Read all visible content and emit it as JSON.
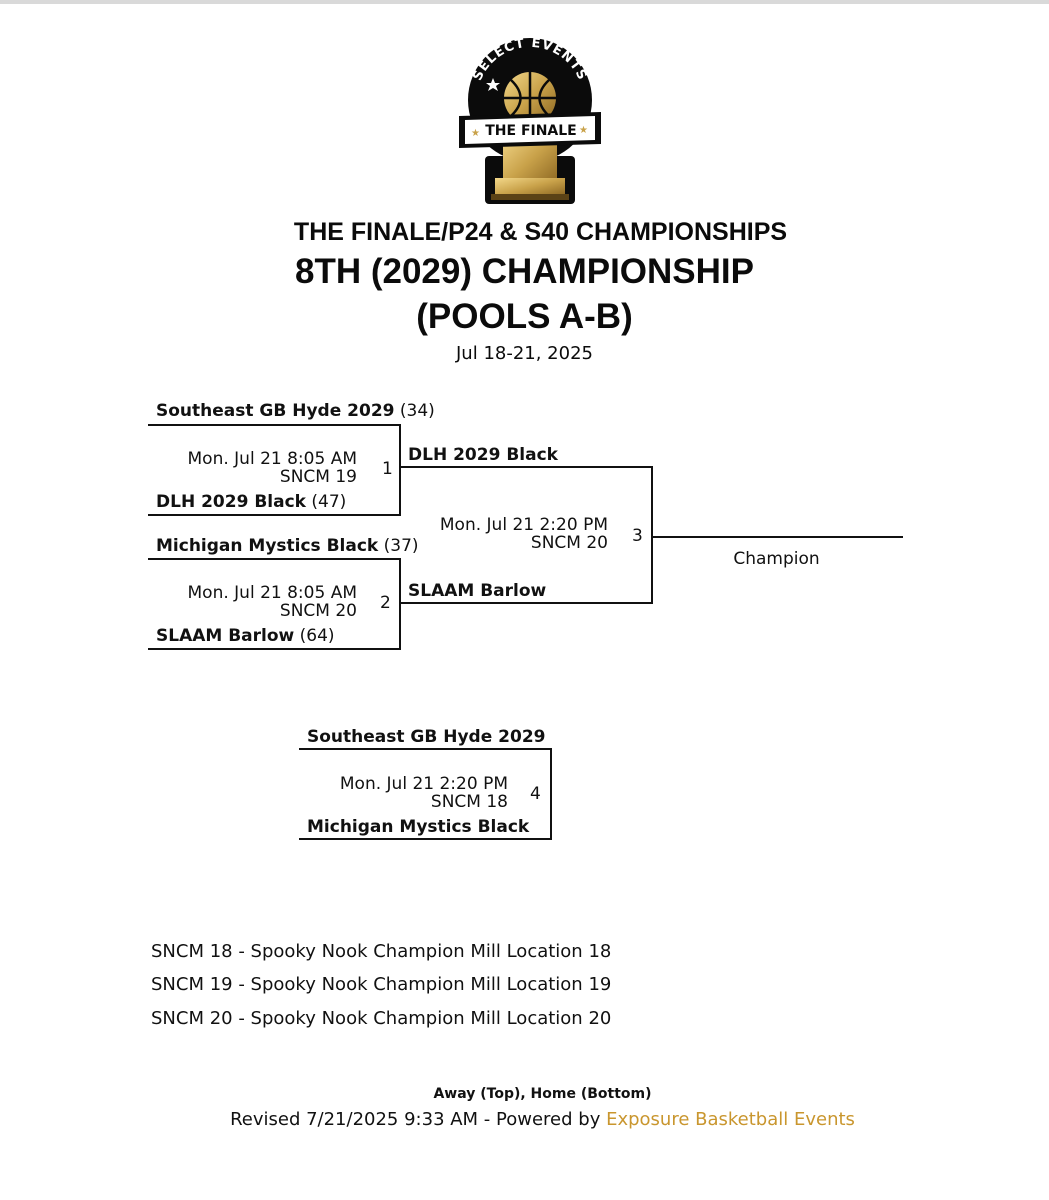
{
  "logo": {
    "arc_text": "SELECT EVENTS",
    "banner_text": "THE FINALE",
    "colors": {
      "gold": "#c9a24a",
      "black": "#0b0b0b"
    }
  },
  "header": {
    "event_title": "THE FINALE/P24 & S40 CHAMPIONSHIPS",
    "division_title_line1": "8TH (2029) CHAMPIONSHIP",
    "division_title_line2": "(POOLS A-B)",
    "dates": "Jul 18-21, 2025"
  },
  "bracket": {
    "game1": {
      "number": "1",
      "away": {
        "name": "Southeast GB Hyde 2029",
        "score": "(34)"
      },
      "home": {
        "name": "DLH 2029 Black",
        "score": "(47)"
      },
      "time": "Mon. Jul 21 8:05 AM",
      "location": "SNCM 19"
    },
    "game2": {
      "number": "2",
      "away": {
        "name": "Michigan Mystics Black",
        "score": "(37)"
      },
      "home": {
        "name": "SLAAM Barlow",
        "score": "(64)"
      },
      "time": "Mon. Jul 21 8:05 AM",
      "location": "SNCM 20"
    },
    "game3": {
      "number": "3",
      "away": {
        "name": "DLH 2029 Black"
      },
      "home": {
        "name": "SLAAM Barlow"
      },
      "time": "Mon. Jul 21 2:20 PM",
      "location": "SNCM 20"
    },
    "champion_label": "Champion",
    "game4": {
      "number": "4",
      "away": {
        "name": "Southeast GB Hyde 2029"
      },
      "home": {
        "name": "Michigan Mystics Black"
      },
      "time": "Mon. Jul 21 2:20 PM",
      "location": "SNCM 18"
    }
  },
  "locations": [
    "SNCM 18 - Spooky Nook Champion Mill Location 18",
    "SNCM 19 - Spooky Nook Champion Mill Location 19",
    "SNCM 20 - Spooky Nook Champion Mill Location 20"
  ],
  "footer": {
    "legend": "Away (Top), Home (Bottom)",
    "revised": "Revised 7/21/2025 9:33 AM - Powered by ",
    "powered_link": "Exposure Basketball Events",
    "link_color": "#c9962e"
  }
}
